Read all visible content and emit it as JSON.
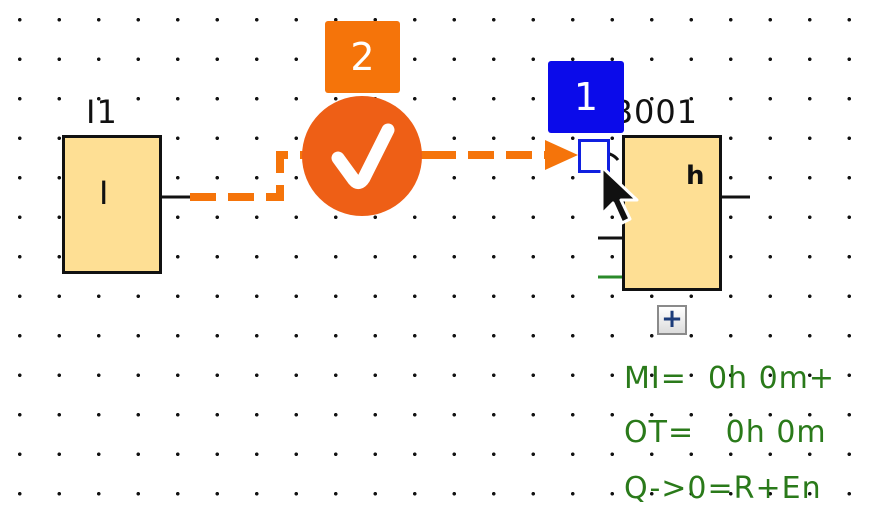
{
  "blocks": {
    "input": {
      "title": "I1",
      "symbol": "I"
    },
    "timer": {
      "title": "B001",
      "symbol": "h"
    }
  },
  "callouts": {
    "step1": {
      "label": "1",
      "color": "#0b0bea"
    },
    "step2": {
      "label": "2",
      "color": "#f5740a"
    }
  },
  "check_badge": {
    "icon": "checkmark-icon",
    "color": "#ee5f16"
  },
  "expand_button": {
    "label": "+",
    "icon": "plus-icon"
  },
  "parameters": {
    "color": "#2a7a1a",
    "lines": [
      "MI=  0h 0m+",
      "OT=   0h 0m",
      "Q->0=R+En"
    ]
  },
  "colors": {
    "block_fill": "#fedf94",
    "connector": "#f5740a",
    "green_wire": "#2a8a2a"
  }
}
